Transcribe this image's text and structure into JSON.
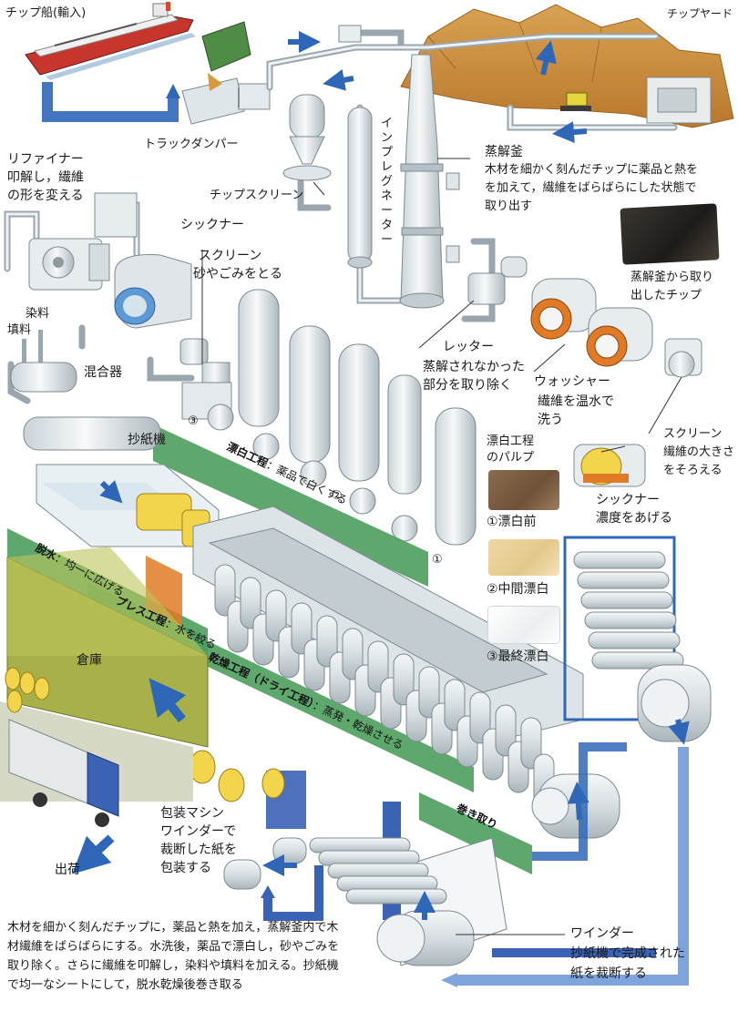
{
  "labels": {
    "chip_ship": "チップ船(輸入)",
    "chip_yard": "チップヤード",
    "truck_dumper": "トラックダンパー",
    "refiner_title": "リファイナー",
    "refiner_desc_1": "叩解し，繊維",
    "refiner_desc_2": "の形を変える",
    "chip_screen": "チップスクリーン",
    "impregnator": "インプレグネーター",
    "digester_title": "蒸解釜",
    "digester_desc_1": "木材を細かく刻んだチップに薬品と熱を",
    "digester_desc_2": "を加えて，繊維をばらばらにした状態で",
    "digester_desc_3": "取り出す",
    "thickener_1": "シックナー",
    "screen_1_title": "スクリーン",
    "screen_1_desc": "砂やごみをとる",
    "dye": "染料",
    "filler": "填料",
    "mixer": "混合器",
    "chip_photo_1": "蒸解釜から取り",
    "chip_photo_2": "出したチップ",
    "knotter_title": "レッター",
    "knotter_desc_1": "蒸解されなかった",
    "knotter_desc_2": "部分を取り除く",
    "washer_title": "ウォッシャー",
    "washer_desc_1": "繊維を温水で",
    "washer_desc_2": "洗う",
    "screen_2_title": "スクリーン",
    "screen_2_desc_1": "繊維の大きさ",
    "screen_2_desc_2": "をそろえる",
    "thickener_2_title": "シックナー",
    "thickener_2_desc": "濃度をあげる",
    "paper_machine": "抄紙機",
    "bleach_pulp_1": "漂白工程",
    "bleach_pulp_2": "のパルプ",
    "stage_1": "①漂白前",
    "stage_2": "②中間漂白",
    "stage_3": "③最終漂白",
    "num_1": "①",
    "num_2": "②",
    "num_3": "③",
    "warehouse": "倉庫",
    "shipping": "出荷",
    "packaging_1": "包装マシン",
    "packaging_2": "ワインダーで",
    "packaging_3": "裁断した紙を",
    "packaging_4": "包装する",
    "winder_title": "ワインダー",
    "winder_desc_1": "抄紙機で完成された",
    "winder_desc_2": "紙を裁断する"
  },
  "strips": {
    "bleach_title": "漂白工程",
    "bleach_sub": "：薬品で白くする",
    "dewater_title": "脱水",
    "dewater_sub": "：均一に広げる",
    "press_title": "プレス工程",
    "press_sub": "：水を絞る",
    "dry_title": "乾燥工程（ドライ工程）",
    "dry_sub": "：蒸発・乾燥させる",
    "reel": "巻き取り"
  },
  "caption": {
    "text": "木材を細かく刻んだチップに，薬品と熱を加え，蒸解釜内で木材繊維をばらばらにする。水洗後，薬品で漂白し，砂やごみを取り除く。さらに繊維を叩解し，染料や填料を加える。抄紙機で均一なシートにして，脱水乾燥後巻き取る"
  },
  "colors": {
    "pipe": "#e4ebee",
    "pipe_stroke": "#8e9aa2",
    "blue_arrow": "#2f67b8",
    "belt_green": "#4d9e5e",
    "yard_brown": "#c98d3c",
    "warehouse_green": "#a8b049",
    "yellow_roll": "#f2d54a",
    "orange_machine": "#e07a25"
  }
}
